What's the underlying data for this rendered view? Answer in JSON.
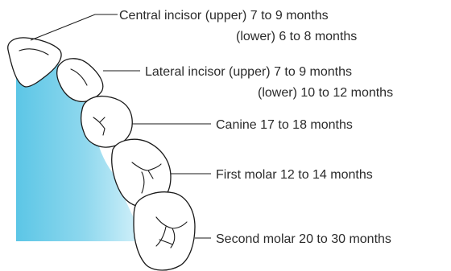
{
  "colors": {
    "gum_fill": "#7fd3ea",
    "outline": "#1a1a1a",
    "text": "#2b2b2b"
  },
  "labels": {
    "central_incisor": {
      "line1": "Central incisor (upper) 7 to 9 months",
      "line2": "(lower) 6 to 8 months"
    },
    "lateral_incisor": {
      "line1": "Lateral incisor (upper) 7 to 9 months",
      "line2": "(lower) 10 to 12 months"
    },
    "canine": "Canine 17 to 18 months",
    "first_molar": "First molar 12 to 14 months",
    "second_molar": "Second molar 20 to 30 months"
  }
}
